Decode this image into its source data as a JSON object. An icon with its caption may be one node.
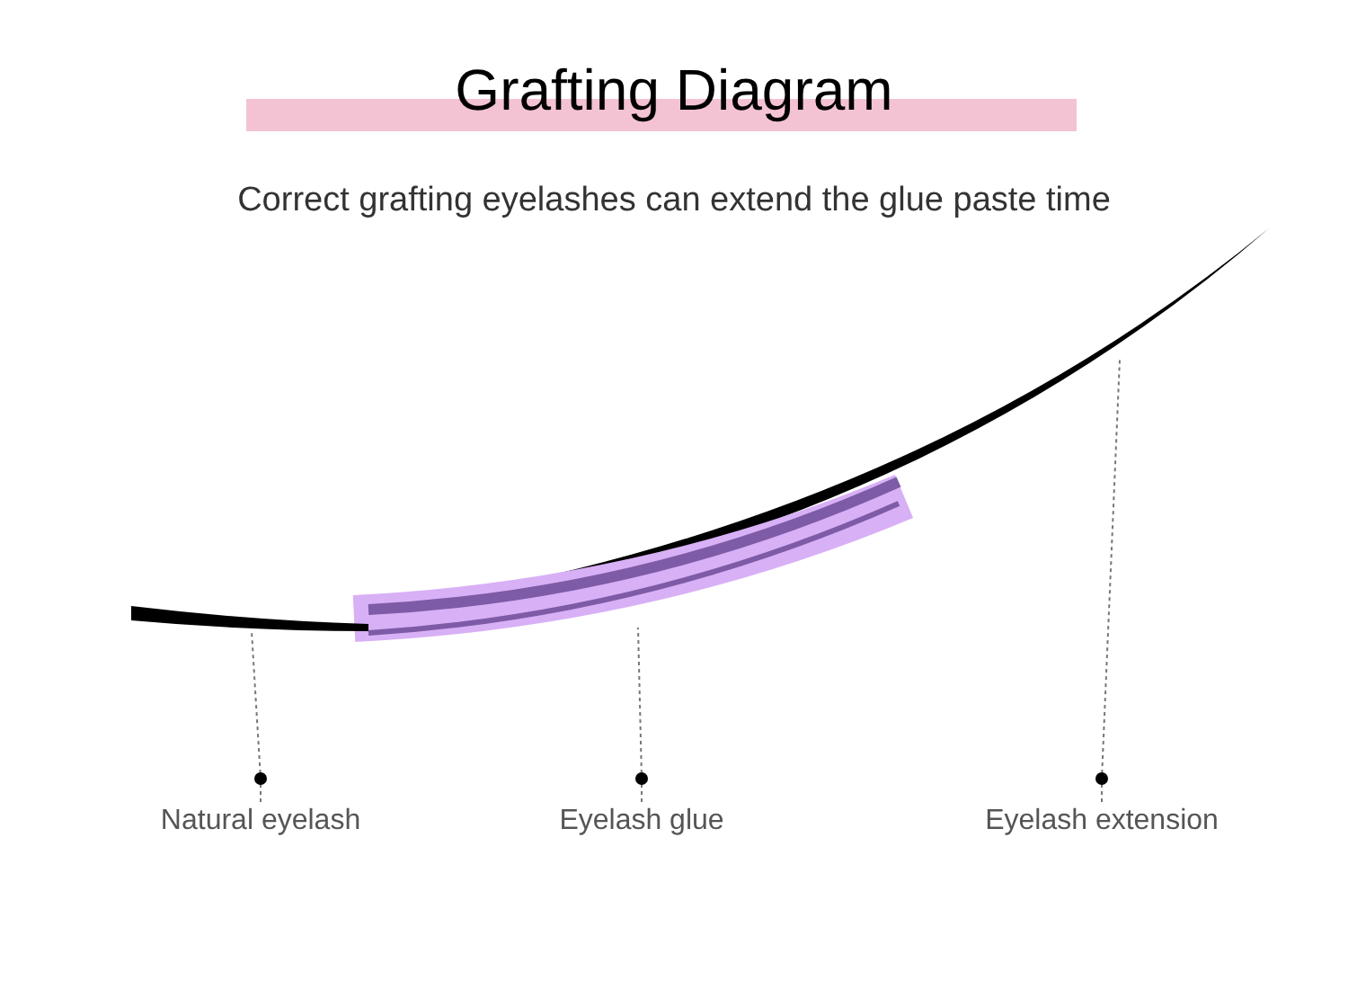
{
  "diagram": {
    "title": "Grafting Diagram",
    "nodes": [
      {
        "text": [
          "Natural eyelash"
        ]
      },
      {
        "text": [
          "Eyelash glue"
        ]
      },
      {
        "text": [
          "Eyelash extension"
        ]
      },
      {
        "text": [],
        "shape": "picture"
      },
      {
        "text": [],
        "shape": "picture"
      },
      {
        "text": [],
        "shape": "picture"
      }
    ],
    "edges": [
      {
        "from": 0,
        "to": 3,
        "arrow": "other",
        "style": "dashed"
      },
      {
        "from": 1,
        "to": 4,
        "arrow": "other",
        "style": "dashed"
      },
      {
        "from": 2,
        "to": 5,
        "arrow": "other",
        "style": "dashed"
      }
    ],
    "labels": [
      "Correct grafting eyelashes can extend the glue paste time"
    ]
  }
}
